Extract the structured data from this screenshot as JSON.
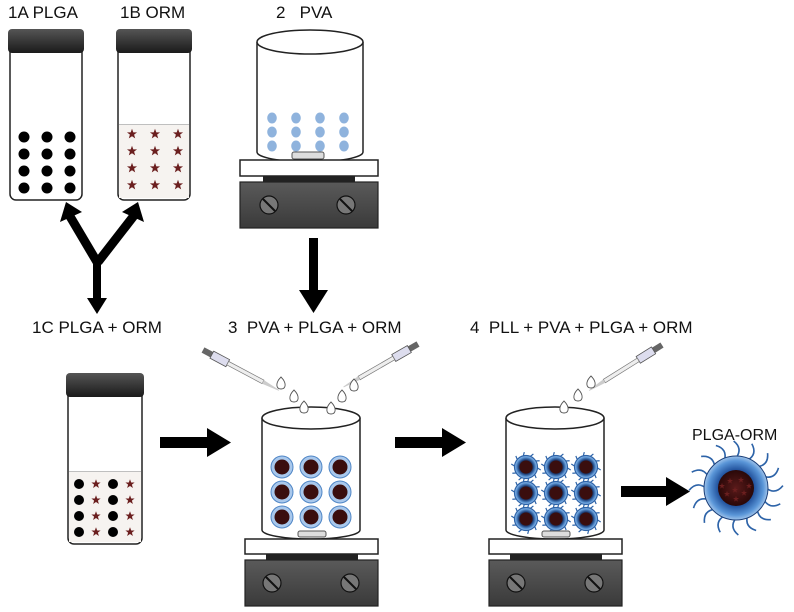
{
  "labels": {
    "step_1a": "1A PLGA",
    "step_1b": "1B ORM",
    "step_2": "2   PVA",
    "step_1c": "1C PLGA + ORM",
    "step_3": "3  PVA + PLGA + ORM",
    "step_4": "4  PLL + PVA + PLGA + ORM",
    "product": "PLGA-ORM"
  },
  "colors": {
    "plga_particle": "#000000",
    "orm_star": "#6b1f1f",
    "pva_droplet": "#8fb3dd",
    "pva_shell": "#4f86c6",
    "pll_coating": "#2d63a8",
    "nanoparticle_core": "#3a0e0e",
    "stirrer_base": "#4a4a4a",
    "vial_cap": "#2b2b2b"
  },
  "icons": [
    "vial-icon",
    "beaker-icon",
    "magnetic-stirrer-icon",
    "pipette-icon",
    "droplet-icon",
    "arrow-icon",
    "star-icon",
    "nanoparticle-icon"
  ]
}
